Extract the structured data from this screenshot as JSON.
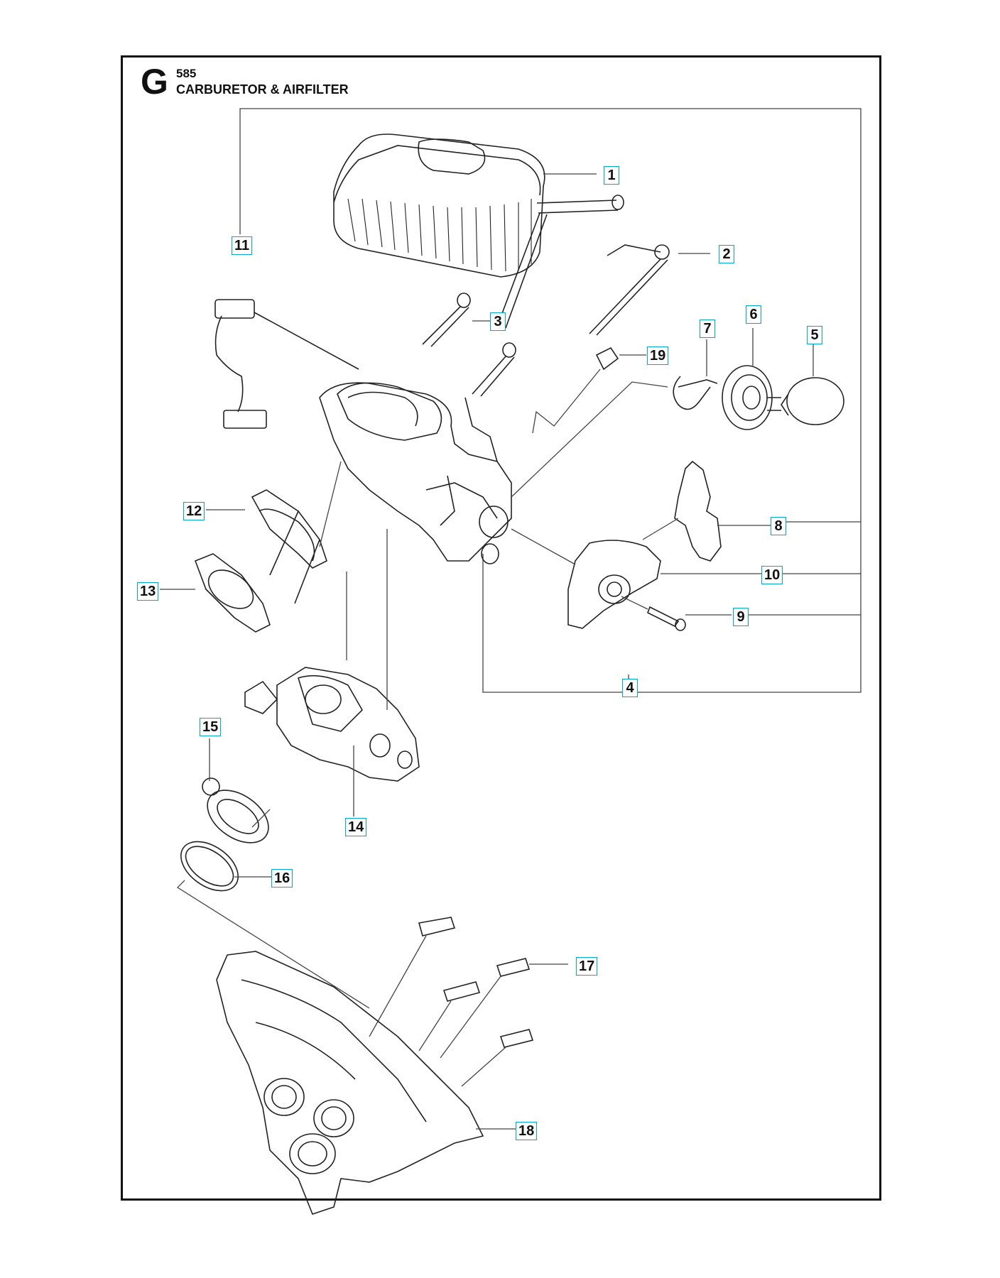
{
  "header": {
    "section": "G",
    "model": "585",
    "title": "CARBURETOR & AIRFILTER"
  },
  "callouts": {
    "c1": "1",
    "c2": "2",
    "c3": "3",
    "c4": "4",
    "c5": "5",
    "c6": "6",
    "c7": "7",
    "c8": "8",
    "c9": "9",
    "c10": "10",
    "c11": "11",
    "c12": "12",
    "c13": "13",
    "c14": "14",
    "c15": "15",
    "c16": "16",
    "c17": "17",
    "c18": "18",
    "c19": "19"
  },
  "colors": {
    "line": "#222222",
    "callout_border": "#00aacc"
  }
}
